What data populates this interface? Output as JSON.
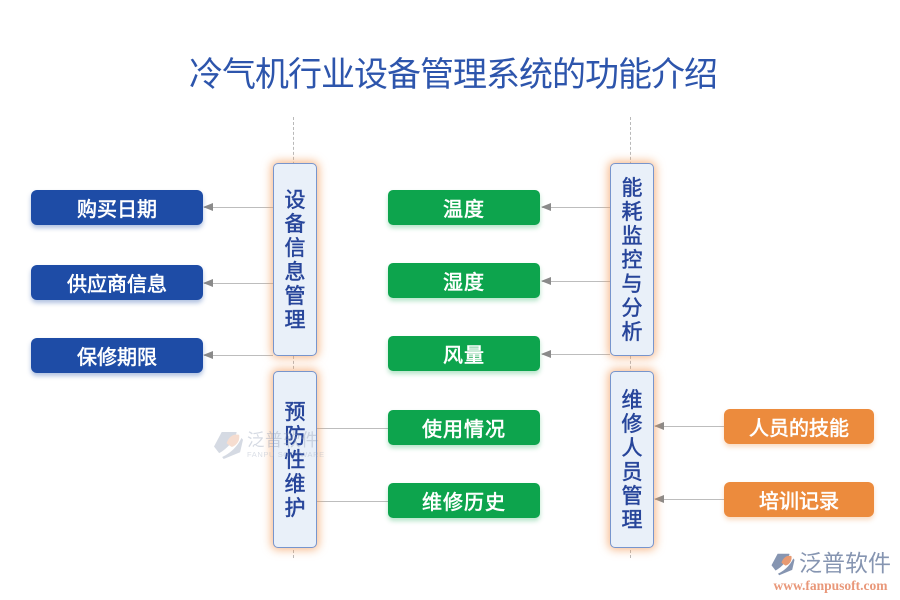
{
  "title": {
    "text": "冷气机行业设备管理系统的功能介绍",
    "color": "#2d55ac"
  },
  "modules": {
    "equipment_info": {
      "label": "设备信息管理"
    },
    "preventive_maintenance": {
      "label": "预防性维护"
    },
    "energy_monitoring": {
      "label": "能耗监控与分析"
    },
    "personnel_management": {
      "label": "维修人员管理"
    }
  },
  "items": {
    "left": [
      {
        "label": "购买日期"
      },
      {
        "label": "供应商信息"
      },
      {
        "label": "保修期限"
      }
    ],
    "middle": [
      {
        "label": "温度"
      },
      {
        "label": "湿度"
      },
      {
        "label": "风量"
      },
      {
        "label": "使用情况"
      },
      {
        "label": "维修历史"
      }
    ],
    "right": [
      {
        "label": "人员的技能"
      },
      {
        "label": "培训记录"
      }
    ]
  },
  "watermark": {
    "brand": "泛普软件",
    "subtitle": "FANPU SOFTWARE"
  },
  "footer": {
    "brand": "泛普软件",
    "website": "www.fanpusoft.com"
  },
  "colors": {
    "title_blue": "#2d55ac",
    "item_blue": "#1e4ca6",
    "item_green": "#0da44d",
    "item_orange": "#ec8b3d",
    "pillar_fill": "#e9f0f9",
    "pillar_border": "#7795cd",
    "pillar_text": "#27459a",
    "pillar_glow": "#f39854",
    "connector_gray": "#bdbdbd",
    "arrow_gray": "#8a8a8a",
    "logo_slate": "#8695b1",
    "logo_salmon": "#e9987a"
  }
}
